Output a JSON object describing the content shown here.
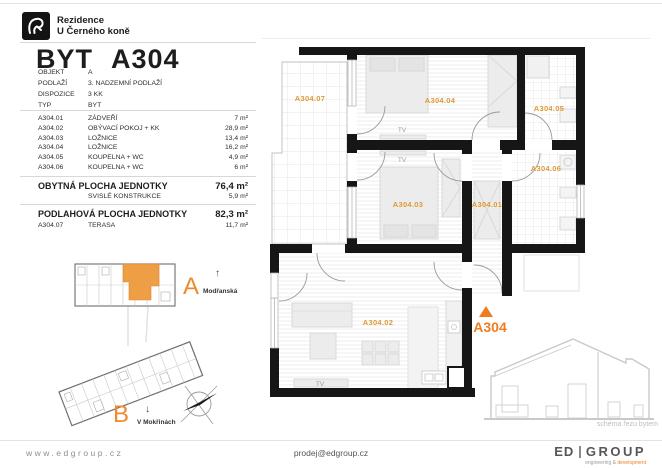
{
  "brand": {
    "line1": "Rezidence",
    "line2": "U Černého koně"
  },
  "title": {
    "part1": "BYT",
    "part2": "A304"
  },
  "meta": [
    {
      "label": "OBJEKT",
      "value": "A"
    },
    {
      "label": "PODLAŽÍ",
      "value": "3. NADZEMNÍ PODLAŽÍ"
    },
    {
      "label": "DISPOZICE",
      "value": "3 KK"
    },
    {
      "label": "TYP",
      "value": "BYT"
    }
  ],
  "rooms": [
    {
      "code": "A304.01",
      "name": "ZÁDVEŘÍ",
      "area": "7 m²"
    },
    {
      "code": "A304.02",
      "name": "OBÝVACÍ POKOJ + KK",
      "area": "28,9 m²"
    },
    {
      "code": "A304.03",
      "name": "LOŽNICE",
      "area": "13,4 m²"
    },
    {
      "code": "A304.04",
      "name": "LOŽNICE",
      "area": "16,2 m²"
    },
    {
      "code": "A304.05",
      "name": "KOUPELNA + WC",
      "area": "4,9 m²"
    },
    {
      "code": "A304.06",
      "name": "KOUPELNA + WC",
      "area": "6 m²"
    }
  ],
  "summary": {
    "living_label": "OBYTNÁ PLOCHA JEDNOTKY",
    "living_value": "76,4 m²",
    "vertical_label": "SVISLÉ KONSTRUKCE",
    "vertical_value": "5,9 m²",
    "floor_label": "PODLAHOVÁ PLOCHA JEDNOTKY",
    "floor_value": "82,3 m²",
    "terrace_code": "A304.07",
    "terrace_name": "TERASA",
    "terrace_value": "11,7 m²"
  },
  "site": {
    "building_a": "A",
    "arrow_a": "↑",
    "street_a": "Modřanská",
    "building_b": "B",
    "arrow_b": "↓",
    "street_b": "V Mokřinách"
  },
  "plan": {
    "labels": {
      "r01": "A304.01",
      "r02": "A304.02",
      "r03": "A304.03",
      "r04": "A304.04",
      "r05": "A304.05",
      "r06": "A304.06",
      "r07": "A304.07"
    },
    "tv": "TV",
    "unit_marker": "A304"
  },
  "section_caption": "schéma řezu bytem",
  "footer": {
    "website": "www.edgroup.cz",
    "email": "prodej@edgroup.cz",
    "logo_ed": "ED",
    "logo_group": "GROUP",
    "tagline_gray": "engineering & ",
    "tagline_orange": "development"
  },
  "colors": {
    "accent": "#ee8122",
    "room_label": "#de9933",
    "wall": "#161616"
  }
}
